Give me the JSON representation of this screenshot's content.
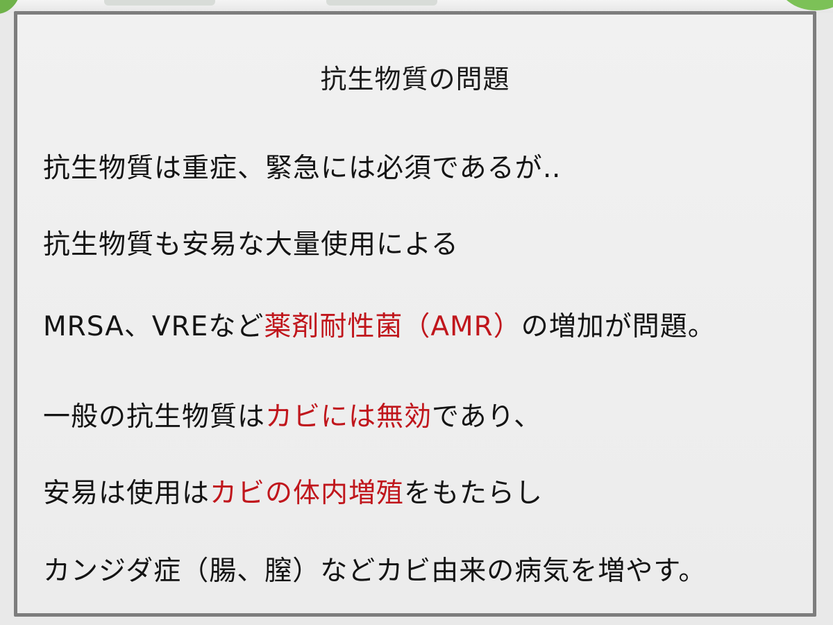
{
  "colors": {
    "text": "#141414",
    "highlight": "#c0161c",
    "panel_border": "#7d7d7d",
    "panel_bg": "#efefef",
    "accent_green": "#6fb24a"
  },
  "slide": {
    "title": "抗生物質の問題",
    "line1": "抗生物質は重症、緊急には必須であるが‥",
    "line2": "抗生物質も安易な大量使用による",
    "line3": {
      "prefix": "MRSA、VREなど",
      "highlight": "薬剤耐性菌（AMR）",
      "suffix": "の増加が問題。"
    },
    "line4": {
      "prefix": "一般の抗生物質は",
      "highlight": "カビには無効",
      "suffix": "であり、"
    },
    "line5": {
      "prefix": "安易は使用は",
      "highlight": "カビの体内増殖",
      "suffix": "をもたらし"
    },
    "line6": "カンジダ症（腸、膣）などカビ由来の病気を増やす。"
  }
}
